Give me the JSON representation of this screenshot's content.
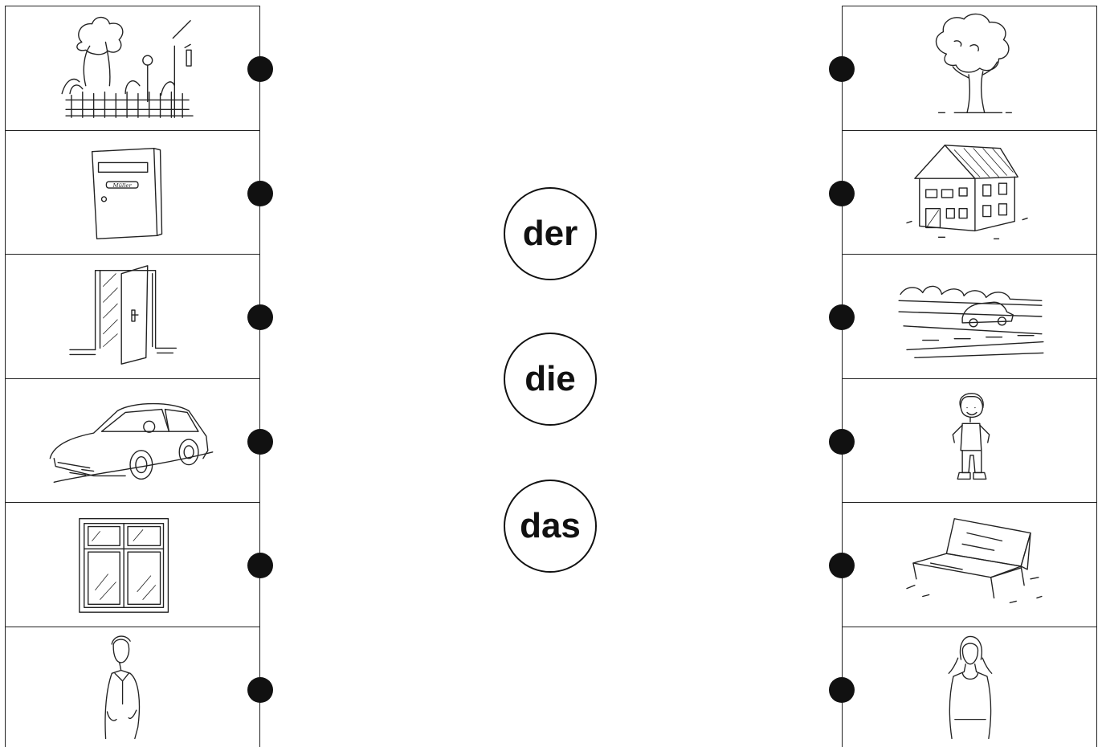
{
  "articles": [
    "der",
    "die",
    "das"
  ],
  "left_cards": [
    {
      "icon": "garden-icon"
    },
    {
      "icon": "mailbox-icon",
      "nameplate": "Müller"
    },
    {
      "icon": "door-icon"
    },
    {
      "icon": "car-icon"
    },
    {
      "icon": "window-icon"
    },
    {
      "icon": "man-icon"
    }
  ],
  "right_cards": [
    {
      "icon": "tree-icon"
    },
    {
      "icon": "house-icon"
    },
    {
      "icon": "street-icon"
    },
    {
      "icon": "girl-icon"
    },
    {
      "icon": "bench-icon"
    },
    {
      "icon": "woman-icon"
    }
  ],
  "colors": {
    "ink": "#111111",
    "background": "#ffffff"
  }
}
